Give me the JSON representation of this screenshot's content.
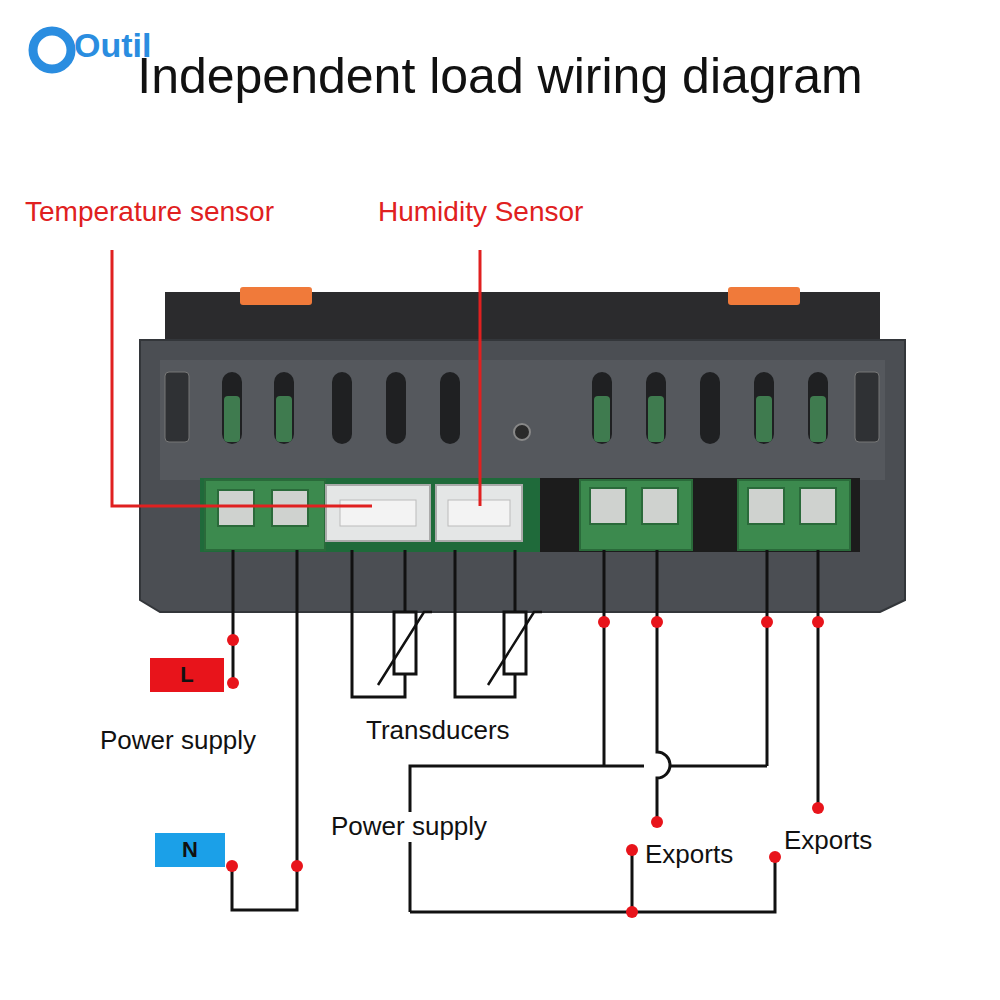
{
  "diagram": {
    "title": "Independent load wiring diagram",
    "nodes": [
      {
        "text": [
          "L"
        ]
      },
      {
        "text": [
          "N"
        ]
      }
    ],
    "labels": [
      "Outil",
      "Temperature sensor",
      "Humidity Sensor",
      "Power supply",
      "Transducers",
      "Power supply",
      "Exports",
      "Exports"
    ]
  }
}
